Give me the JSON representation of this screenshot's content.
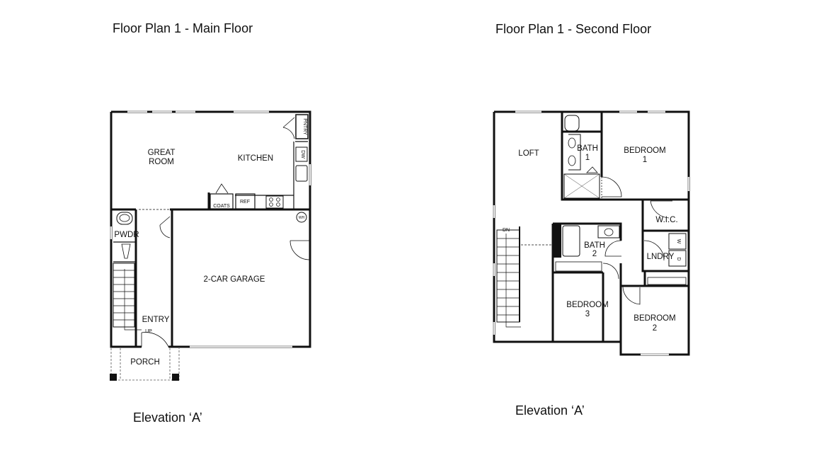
{
  "main_floor": {
    "title": "Floor Plan 1 - Main Floor",
    "caption": "Elevation ‘A’",
    "rooms": {
      "great_room_1": "GREAT",
      "great_room_2": "ROOM",
      "kitchen": "KITCHEN",
      "pantry": "PNTRY",
      "dw": "DW",
      "coats": "COATS",
      "ref": "REF",
      "wh": "WH",
      "pwdr": "PWDR",
      "garage": "2-CAR GARAGE",
      "entry": "ENTRY",
      "up": "UP",
      "porch": "PORCH"
    }
  },
  "second_floor": {
    "title": "Floor Plan 1 - Second Floor",
    "caption": "Elevation ‘A’",
    "rooms": {
      "loft": "LOFT",
      "bath1_1": "BATH",
      "bath1_2": "1",
      "bedroom1_1": "BEDROOM",
      "bedroom1_2": "1",
      "wic": "W.I.C.",
      "dn": "DN",
      "bath2_1": "BATH",
      "bath2_2": "2",
      "lndry": "LNDRY",
      "washer": "W",
      "dryer": "D",
      "bedroom3_1": "BEDROOM",
      "bedroom3_2": "3",
      "bedroom2_1": "BEDROOM",
      "bedroom2_2": "2"
    }
  },
  "colors": {
    "wall": "#111111",
    "line": "#555555",
    "background": "#ffffff"
  }
}
